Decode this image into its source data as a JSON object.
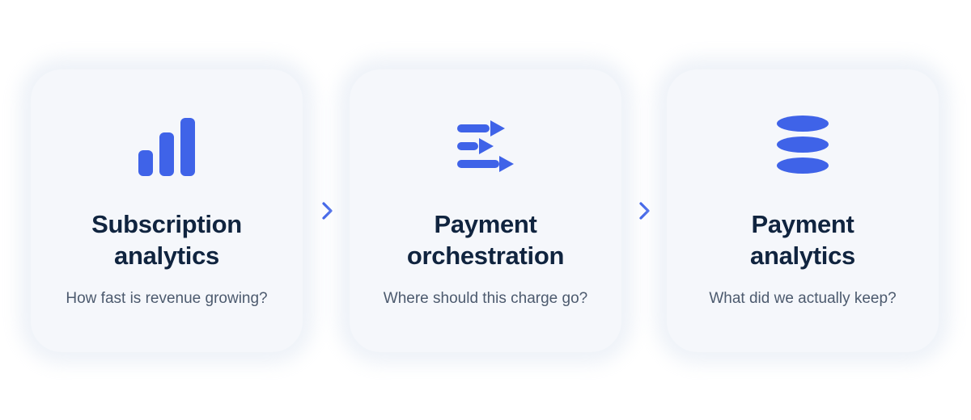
{
  "colors": {
    "accent": "#3f63e8",
    "title": "#10243f",
    "subtitle": "#4c5a6e",
    "card_background": "#f5f7fb",
    "page_background": "#ffffff"
  },
  "steps": [
    {
      "icon": "bar-chart-icon",
      "title_line1": "Subscription",
      "title_line2": "analytics",
      "subtitle": "How fast is revenue growing?"
    },
    {
      "icon": "routing-arrows-icon",
      "title_line1": "Payment",
      "title_line2": "orchestration",
      "subtitle": "Where should this charge go?"
    },
    {
      "icon": "stacked-discs-icon",
      "title_line1": "Payment",
      "title_line2": "analytics",
      "subtitle": "What did we actually keep?"
    }
  ],
  "connectors": [
    {
      "icon": "chevron-right-icon"
    },
    {
      "icon": "chevron-right-icon"
    }
  ]
}
